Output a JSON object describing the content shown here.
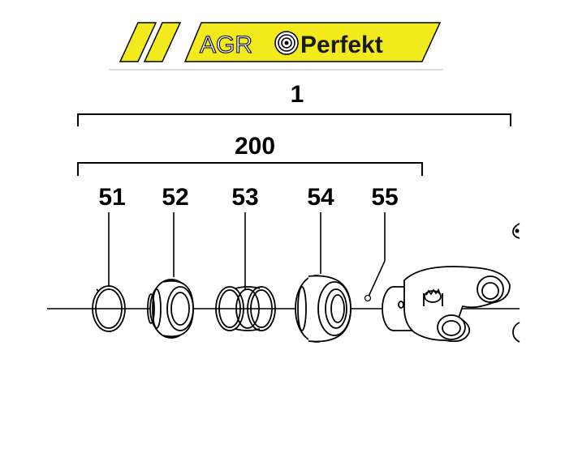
{
  "logo": {
    "brand_part1": "AGR",
    "brand_part2": "Perfekt",
    "colors": {
      "yellow": "#f2ea1c",
      "text": "#1a1a1a",
      "outline": "#000000",
      "underline": "#cfcfcf"
    }
  },
  "assembly": {
    "overall_label": "1",
    "subassembly_label": "200",
    "parts": [
      {
        "id": "51",
        "name_icon": "snap-ring-icon"
      },
      {
        "id": "52",
        "name_icon": "bearing-ring-icon"
      },
      {
        "id": "53",
        "name_icon": "spring-icon"
      },
      {
        "id": "54",
        "name_icon": "seal-ring-icon"
      },
      {
        "id": "55",
        "name_icon": "yoke-icon"
      }
    ]
  }
}
